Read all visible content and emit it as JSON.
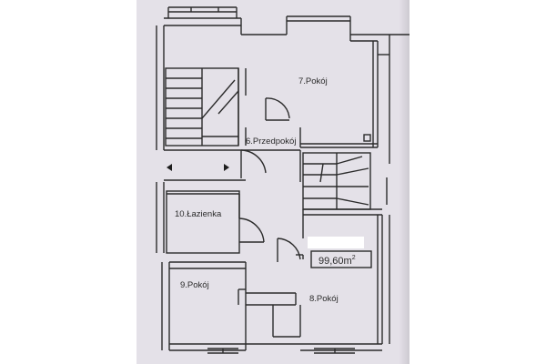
{
  "rooms": {
    "room_7": "7.Pokój",
    "room_6": "6.Przedpokój",
    "room_10": "10.Łazienka",
    "room_9": "9.Pokój",
    "room_8": "8.Pokój"
  },
  "area": {
    "value": "99,60m",
    "exponent": "2"
  },
  "colors": {
    "paper": "#e4e1e8",
    "ink": "#2b2b2b",
    "redaction": "#ffffff"
  },
  "icons": {
    "left_arrow": "arrow-left-icon",
    "right_arrow": "arrow-right-icon"
  }
}
